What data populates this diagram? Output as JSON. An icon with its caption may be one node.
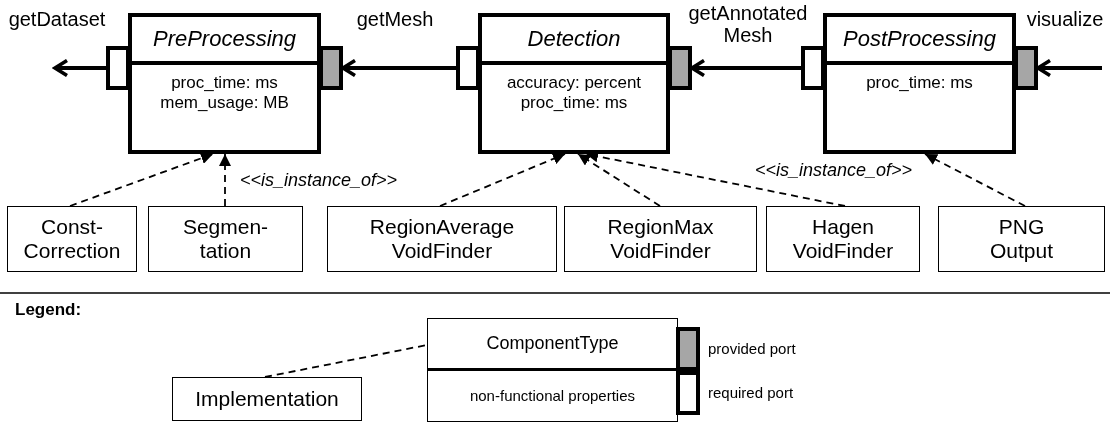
{
  "diagram": {
    "nodes": [
      {
        "text": [
          "PreProcessing",
          "proc_time: ms mem_usage: MB"
        ]
      },
      {
        "text": [
          "Detection",
          "accuracy: percent proc_time: ms"
        ]
      },
      {
        "text": [
          "PostProcessing",
          "proc_time: ms"
        ]
      },
      {
        "text": [
          "Const- Correction"
        ]
      },
      {
        "text": [
          "Segmen- tation"
        ]
      },
      {
        "text": [
          "RegionAverage VoidFinder"
        ]
      },
      {
        "text": [
          "RegionMax VoidFinder"
        ]
      },
      {
        "text": [
          "Hagen VoidFinder"
        ]
      },
      {
        "text": [
          "PNG Output"
        ]
      },
      {
        "text": [
          "ComponentType",
          "non-functional properties"
        ]
      },
      {
        "text": [
          "Implementation"
        ]
      }
    ],
    "edges": [
      {
        "from": 0,
        "to": null,
        "arrow": "to",
        "label": "getDataset",
        "style": "thick"
      },
      {
        "from": 1,
        "to": 0,
        "arrow": "to",
        "label": "getMesh",
        "style": "thick"
      },
      {
        "from": 2,
        "to": 1,
        "arrow": "to",
        "label": "getAnnotated Mesh",
        "style": "thick"
      },
      {
        "from": null,
        "to": 2,
        "arrow": "to",
        "label": "visualize",
        "style": "thick"
      },
      {
        "from": 3,
        "to": 0,
        "arrow": "to",
        "style": "dashed"
      },
      {
        "from": 4,
        "to": 0,
        "arrow": "to",
        "style": "dashed"
      },
      {
        "from": 5,
        "to": 1,
        "arrow": "to",
        "style": "dashed"
      },
      {
        "from": 6,
        "to": 1,
        "arrow": "to",
        "style": "dashed"
      },
      {
        "from": 7,
        "to": 1,
        "arrow": "to",
        "style": "dashed"
      },
      {
        "from": 8,
        "to": 2,
        "arrow": "to",
        "style": "dashed"
      },
      {
        "from": 10,
        "to": 9,
        "arrow": "none",
        "style": "dashed"
      }
    ],
    "labels": [
      "<<is_instance_of>>",
      "<<is_instance_of>>",
      "Legend:"
    ],
    "legend": [
      {
        "text": "provided port",
        "color": "#a6a6a6"
      },
      {
        "text": "required port",
        "color": "#ffffff"
      }
    ]
  }
}
